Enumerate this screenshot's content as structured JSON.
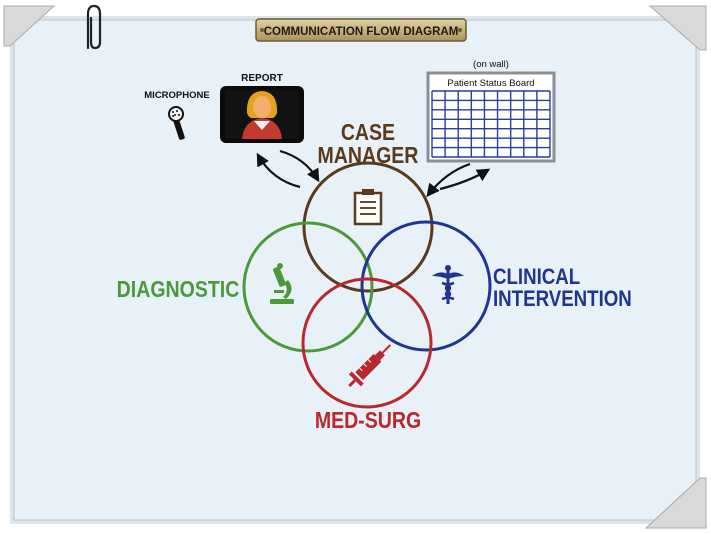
{
  "title": "COMMUNICATION FLOW DIAGRAM",
  "microphone_label": "MICROPHONE",
  "report_label": "REPORT",
  "on_wall_note": "(on wall)",
  "board_title": "Patient Status Board",
  "case_manager": {
    "line1": "CASE",
    "line2": "MANAGER"
  },
  "diagnostic": "DIAGNOSTIC",
  "clinical": {
    "line1": "CLINICAL",
    "line2": "INTERVENTION"
  },
  "med_surg": "MED-SURG",
  "colors": {
    "case_manager": "#5a3a1a",
    "diagnostic": "#4a9a3a",
    "clinical": "#1f3590",
    "med_surg": "#b8282e",
    "board": "#2a3da0",
    "paper": "#e9f1f8",
    "nameplate": "#c8b485"
  },
  "icons": [
    "paperclip-icon",
    "microphone-icon",
    "reporter-icon",
    "clipboard-icon",
    "microscope-icon",
    "caduceus-icon",
    "syringe-icon"
  ]
}
